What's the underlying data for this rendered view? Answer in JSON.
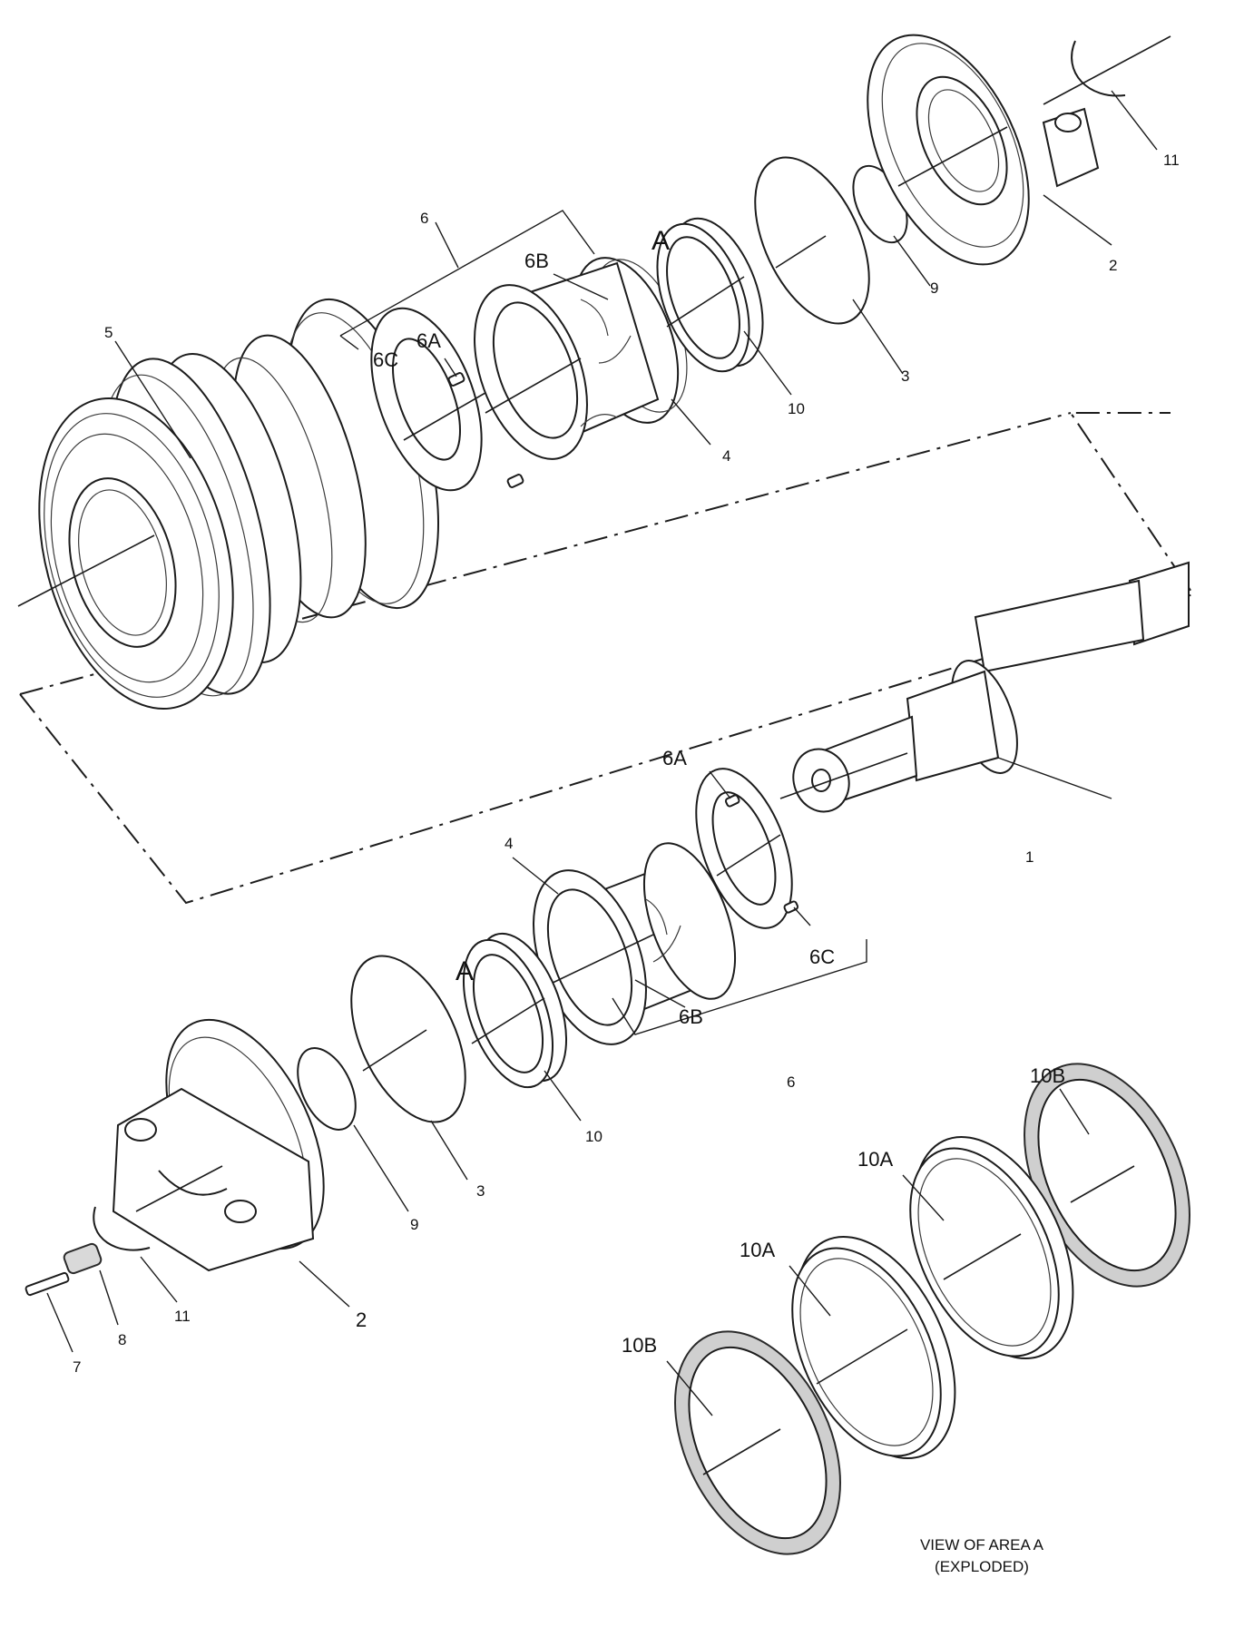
{
  "callouts": {
    "top_1": "1",
    "top_2": "2",
    "top_3": "3",
    "top_4": "4",
    "top_5": "5",
    "top_6": "6",
    "top_6A": "6A",
    "top_6B": "6B",
    "top_6C": "6C",
    "top_9": "9",
    "top_10": "10",
    "top_11": "11",
    "top_A": "A",
    "bot_2": "2",
    "bot_3": "3",
    "bot_4": "4",
    "bot_6": "6",
    "bot_6A": "6A",
    "bot_6B": "6B",
    "bot_6C": "6C",
    "bot_7": "7",
    "bot_8": "8",
    "bot_9": "9",
    "bot_10": "10",
    "bot_11": "11",
    "bot_A": "A",
    "det_10A_1": "10A",
    "det_10A_2": "10A",
    "det_10B_1": "10B",
    "det_10B_2": "10B"
  },
  "caption": {
    "line1": "VIEW OF AREA  A",
    "line2": "(EXPLODED)"
  }
}
